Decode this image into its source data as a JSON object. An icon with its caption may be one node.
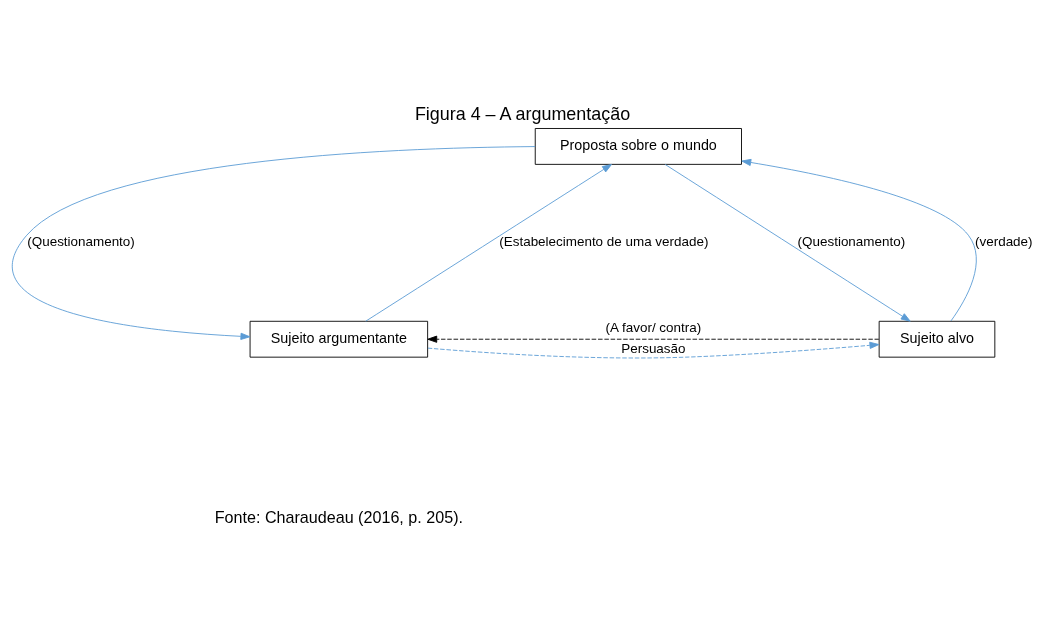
{
  "diagram": {
    "title": "Figura 4 – A argumentação",
    "caption": "Fonte: Charaudeau (2016, p. 205).",
    "nodes": [
      {
        "text": [
          "Proposta sobre o mundo"
        ]
      },
      {
        "text": [
          "Sujeito argumentante"
        ]
      },
      {
        "text": [
          "Sujeito alvo"
        ]
      }
    ],
    "edges": [
      {
        "from": 0,
        "to": 1,
        "arrow": "to",
        "label": "(Questionamento)"
      },
      {
        "from": 1,
        "to": 0,
        "arrow": "to",
        "label": "(Estabelecimento de uma verdade)"
      },
      {
        "from": 2,
        "to": 0,
        "arrow": "to",
        "label": "(verdade)"
      },
      {
        "from": 0,
        "to": 2,
        "arrow": "to",
        "label": "(Questionamento)"
      },
      {
        "from": 1,
        "to": 2,
        "arrow": "to",
        "label": "Persuasão",
        "style": "dashed"
      },
      {
        "from": 2,
        "to": 1,
        "arrow": "to",
        "label": "(A favor/ contra)",
        "style": "dashed",
        "color": "#000000"
      }
    ]
  }
}
